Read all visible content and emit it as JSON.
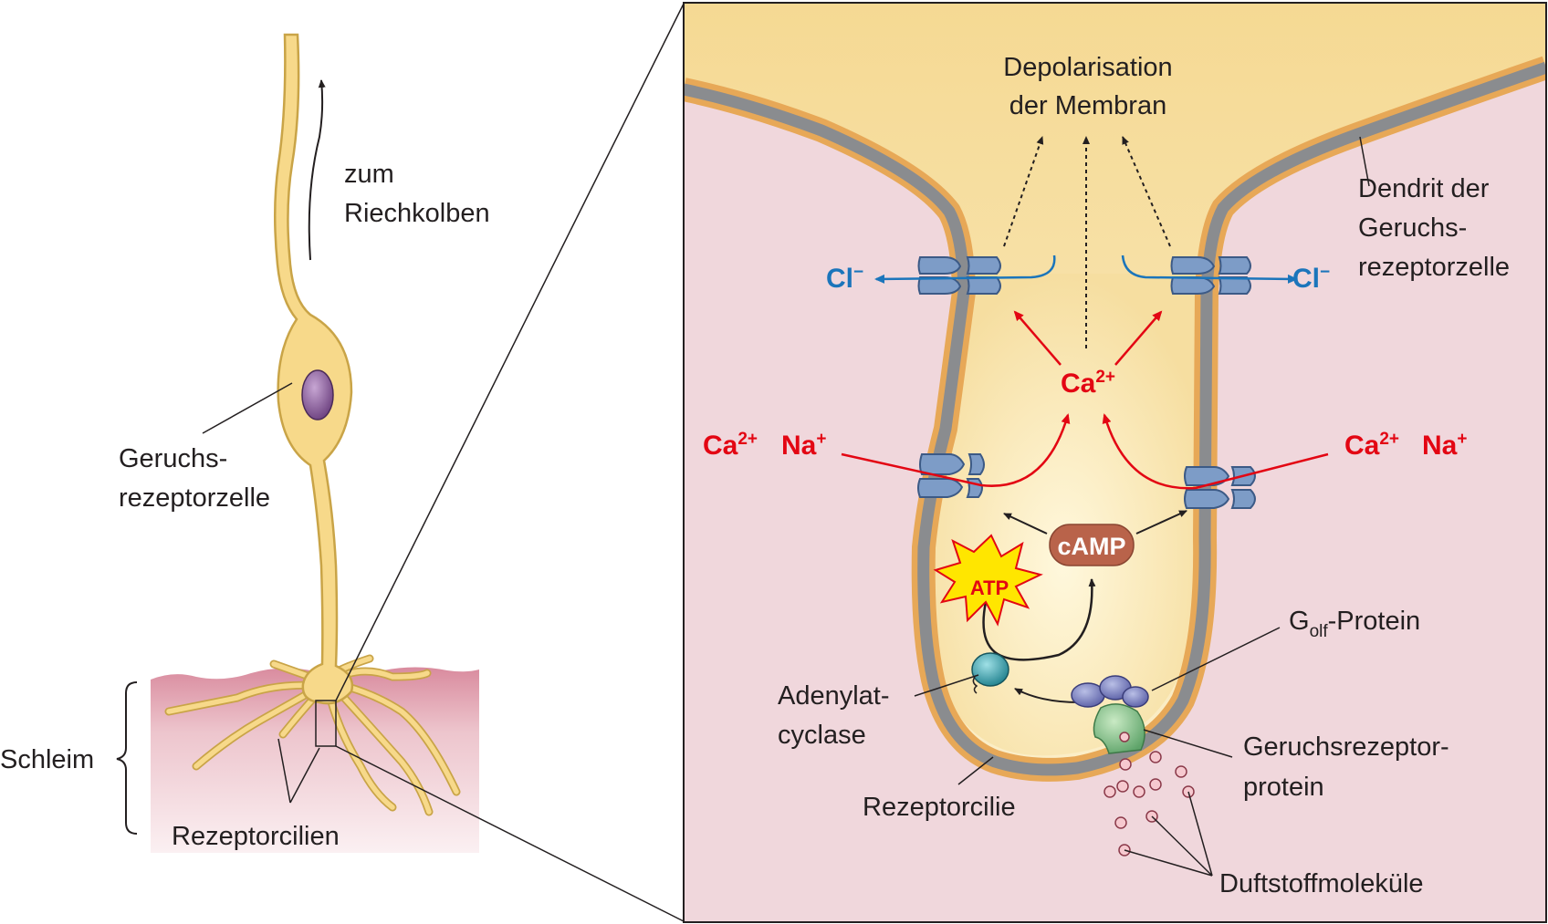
{
  "labels": {
    "zum": "zum",
    "riechkolben": "Riechkolben",
    "geruchs1": "Geruchs-",
    "rezeptorzelle1": "rezeptorzelle",
    "schleim": "Schleim",
    "rezeptorcilien": "Rezeptorcilien",
    "depol1": "Depolarisation",
    "depol2": "der Membran",
    "dendrit1": "Dendrit der",
    "dendrit2": "Geruchs-",
    "dendrit3": "rezeptorzelle",
    "golf_g": "G",
    "golf_sub": "olf",
    "golf_rest": "-Protein",
    "adenylat1": "Adenylat-",
    "adenylat2": "cyclase",
    "grp1": "Geruchsrezeptor-",
    "grp2": "protein",
    "rezeptorcilie": "Rezeptorcilie",
    "duftstoff": "Duftstoffmoleküle",
    "camp": "cAMP",
    "atp": "ATP"
  },
  "ions": {
    "cl": "Cl",
    "cl_charge": "−",
    "ca": "Ca",
    "ca_charge": "2+",
    "na": "Na",
    "na_charge": "+"
  },
  "colors": {
    "cytoplasm": "#f9e6b3",
    "outside": "#f0d7dc",
    "membrane_gray": "#8a8c8f",
    "membrane_orange": "#e7a857",
    "channel": "#7d9cc7",
    "ion_red": "#e30613",
    "ion_blue": "#1b75bb",
    "camp": "#b9634a",
    "atp": "#ffe600",
    "cell": "#f7d98a"
  }
}
